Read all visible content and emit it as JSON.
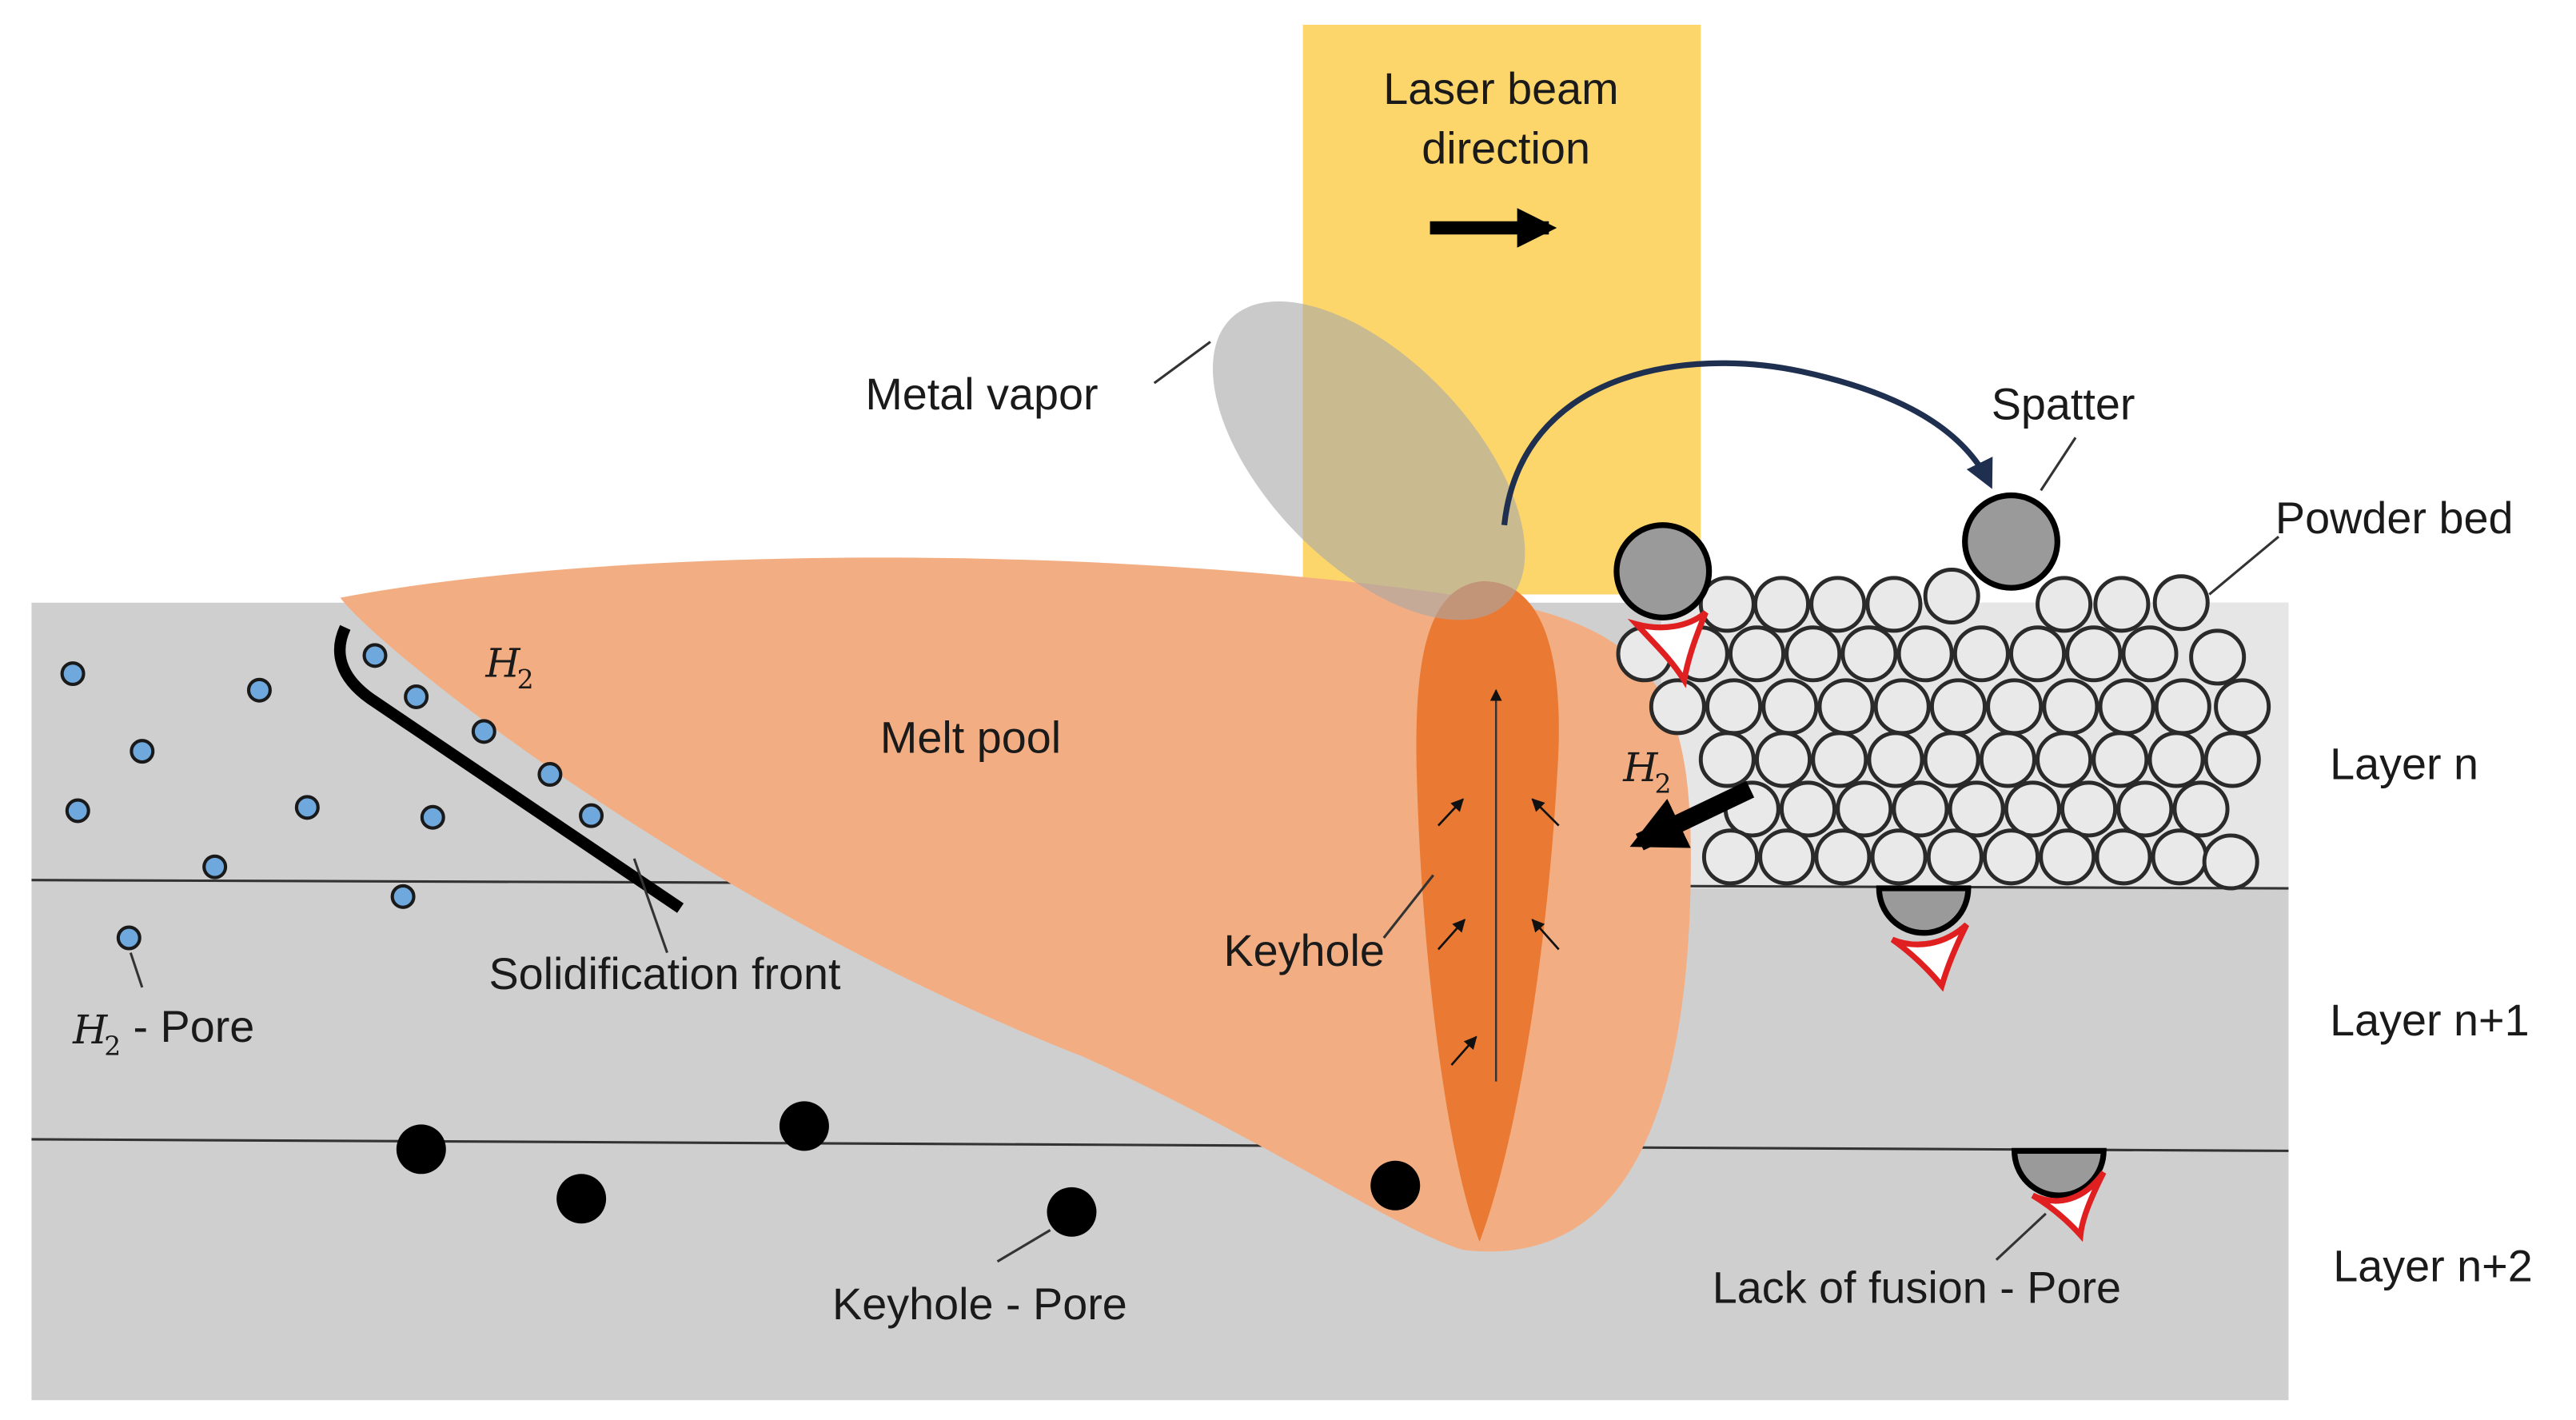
{
  "labels": {
    "laser_line1": "Laser beam",
    "laser_line2": "direction",
    "metal_vapor": "Metal vapor",
    "spatter": "Spatter",
    "powder_bed": "Powder bed",
    "melt_pool": "Melt pool",
    "keyhole": "Keyhole",
    "solidification_front": "Solidification front",
    "h2_pore_suffix": " - Pore",
    "keyhole_pore": "Keyhole - Pore",
    "lack_of_fusion_pore": "Lack of fusion - Pore",
    "layer_n": "Layer n",
    "layer_n1": "Layer n+1",
    "layer_n2": "Layer n+2",
    "h2_symbol": "H",
    "h2_subscript": "2"
  },
  "colors": {
    "substrate": "#d0cfcf",
    "layer_n_background": "#e6e6e6",
    "laser_beam": "#fdd66b",
    "melt_pool": "#f2ae82",
    "keyhole": "#ea7a33",
    "metal_vapor": "#a6a6a6",
    "h2_pore": "#6fa8dc",
    "keyhole_pore": "#000000",
    "lack_of_fusion_outline": "#e02020",
    "powder_particle": "#e9e9e9",
    "spatter_particle": "#9a9a9a",
    "spatter_arrow": "#1f2f4f"
  },
  "icons": {
    "laser_direction": "right-arrow-icon",
    "h2_flow": "left-arrow-icon",
    "spatter_path": "curved-arrow-icon"
  }
}
